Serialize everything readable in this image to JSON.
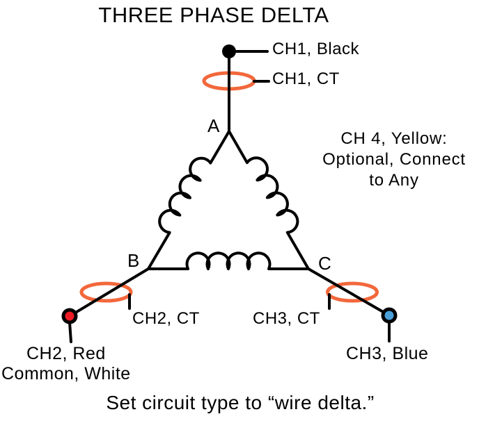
{
  "title": "THREE PHASE DELTA",
  "caption": "Set circuit type to “wire delta.”",
  "note": {
    "line1": "CH 4, Yellow:",
    "line2": "Optional, Connect",
    "line3": "to Any"
  },
  "vertices": {
    "a": "A",
    "b": "B",
    "c": "C"
  },
  "labels": {
    "ch1_terminal": "CH1, Black",
    "ch1_ct": "CH1, CT",
    "ch2_ct": "CH2, CT",
    "ch3_ct": "CH3, CT",
    "ch2_terminal": "CH2, Red",
    "common": "Common, White",
    "ch3_terminal": "CH3, Blue"
  },
  "colors": {
    "black": "#000000",
    "orange": "#F2683C",
    "red": "#ED1C24",
    "blue": "#4A9FD8",
    "gray": "#939598"
  }
}
